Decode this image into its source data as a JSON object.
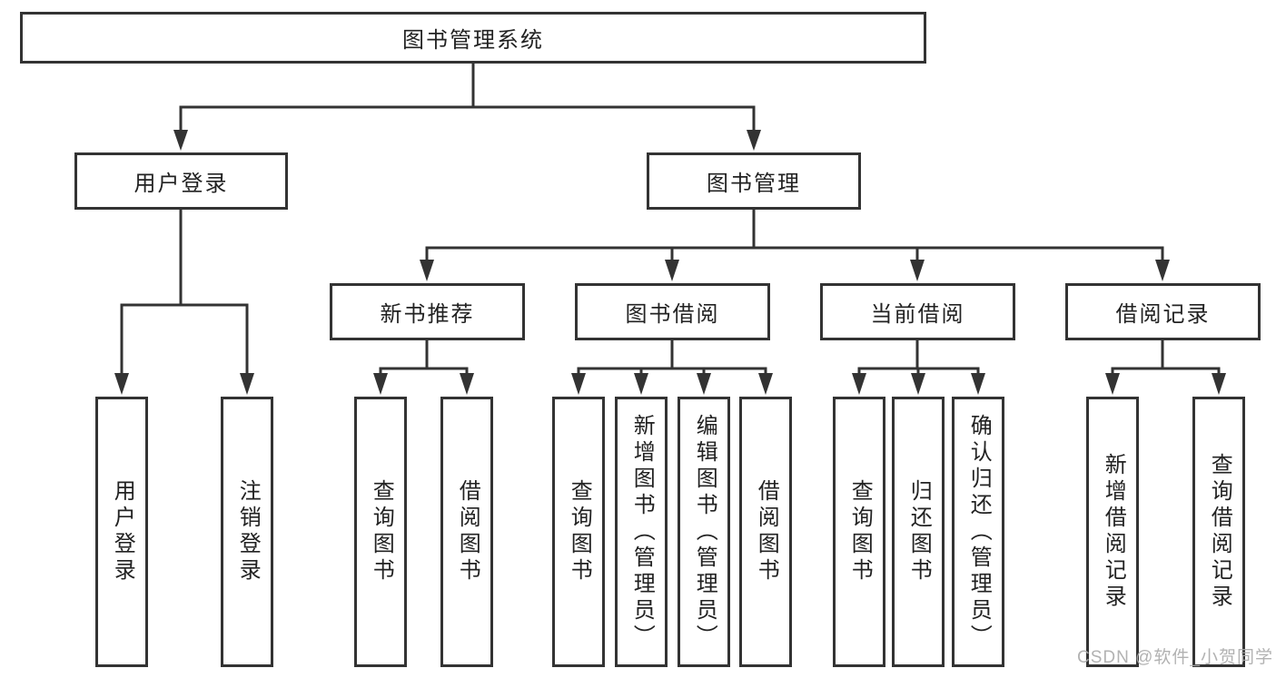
{
  "colors": {
    "line": "#333333",
    "node_border": "#333333",
    "node_fill": "#ffffff",
    "text": "#222222",
    "watermark": "#ababab"
  },
  "watermark": {
    "text": "CSDN @软件_小贺同学"
  },
  "tree": {
    "label": "图书管理系统",
    "children": [
      {
        "label": "用户登录",
        "children": [
          {
            "label": "用户登录"
          },
          {
            "label": "注销登录"
          }
        ]
      },
      {
        "label": "图书管理",
        "children": [
          {
            "label": "新书推荐",
            "children": [
              {
                "label": "查询图书"
              },
              {
                "label": "借阅图书"
              }
            ]
          },
          {
            "label": "图书借阅",
            "children": [
              {
                "label": "查询图书"
              },
              {
                "label": "新增图书（管理员）"
              },
              {
                "label": "编辑图书（管理员）"
              },
              {
                "label": "借阅图书"
              }
            ]
          },
          {
            "label": "当前借阅",
            "children": [
              {
                "label": "查询图书"
              },
              {
                "label": "归还图书"
              },
              {
                "label": "确认归还（管理员）"
              }
            ]
          },
          {
            "label": "借阅记录",
            "children": [
              {
                "label": "新增借阅记录"
              },
              {
                "label": "查询借阅记录"
              }
            ]
          }
        ]
      }
    ]
  }
}
